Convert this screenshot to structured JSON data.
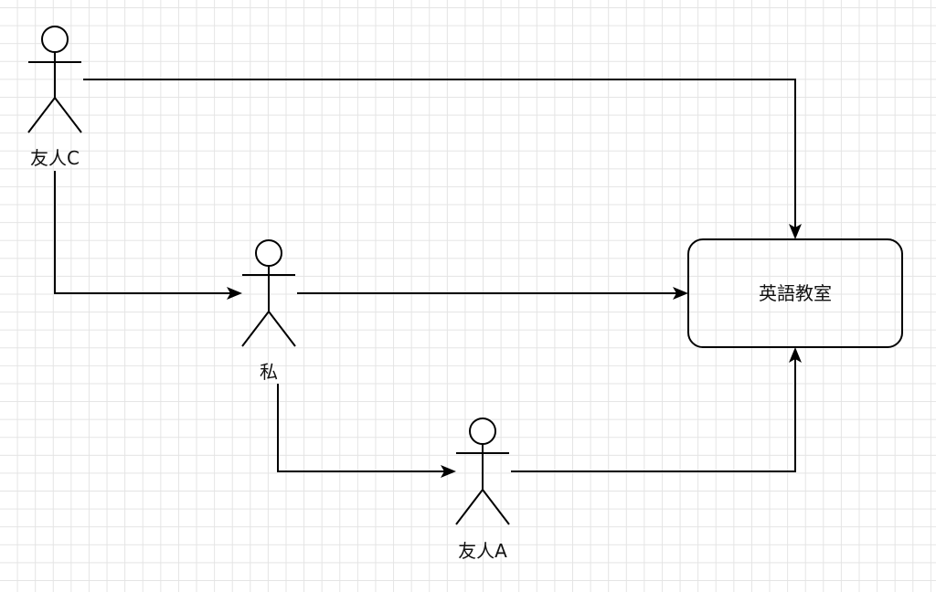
{
  "actors": {
    "friend_c": {
      "label": "友人C"
    },
    "me": {
      "label": "私"
    },
    "friend_a": {
      "label": "友人A"
    }
  },
  "target": {
    "label": "英語教室"
  },
  "edges": [
    {
      "from": "friend_c",
      "to": "target"
    },
    {
      "from": "friend_c",
      "to": "me"
    },
    {
      "from": "me",
      "to": "target"
    },
    {
      "from": "me",
      "to": "friend_a"
    },
    {
      "from": "friend_a",
      "to": "target"
    }
  ],
  "colors": {
    "line": "#000000",
    "grid": "#e4e4e4",
    "background": "#ffffff"
  }
}
